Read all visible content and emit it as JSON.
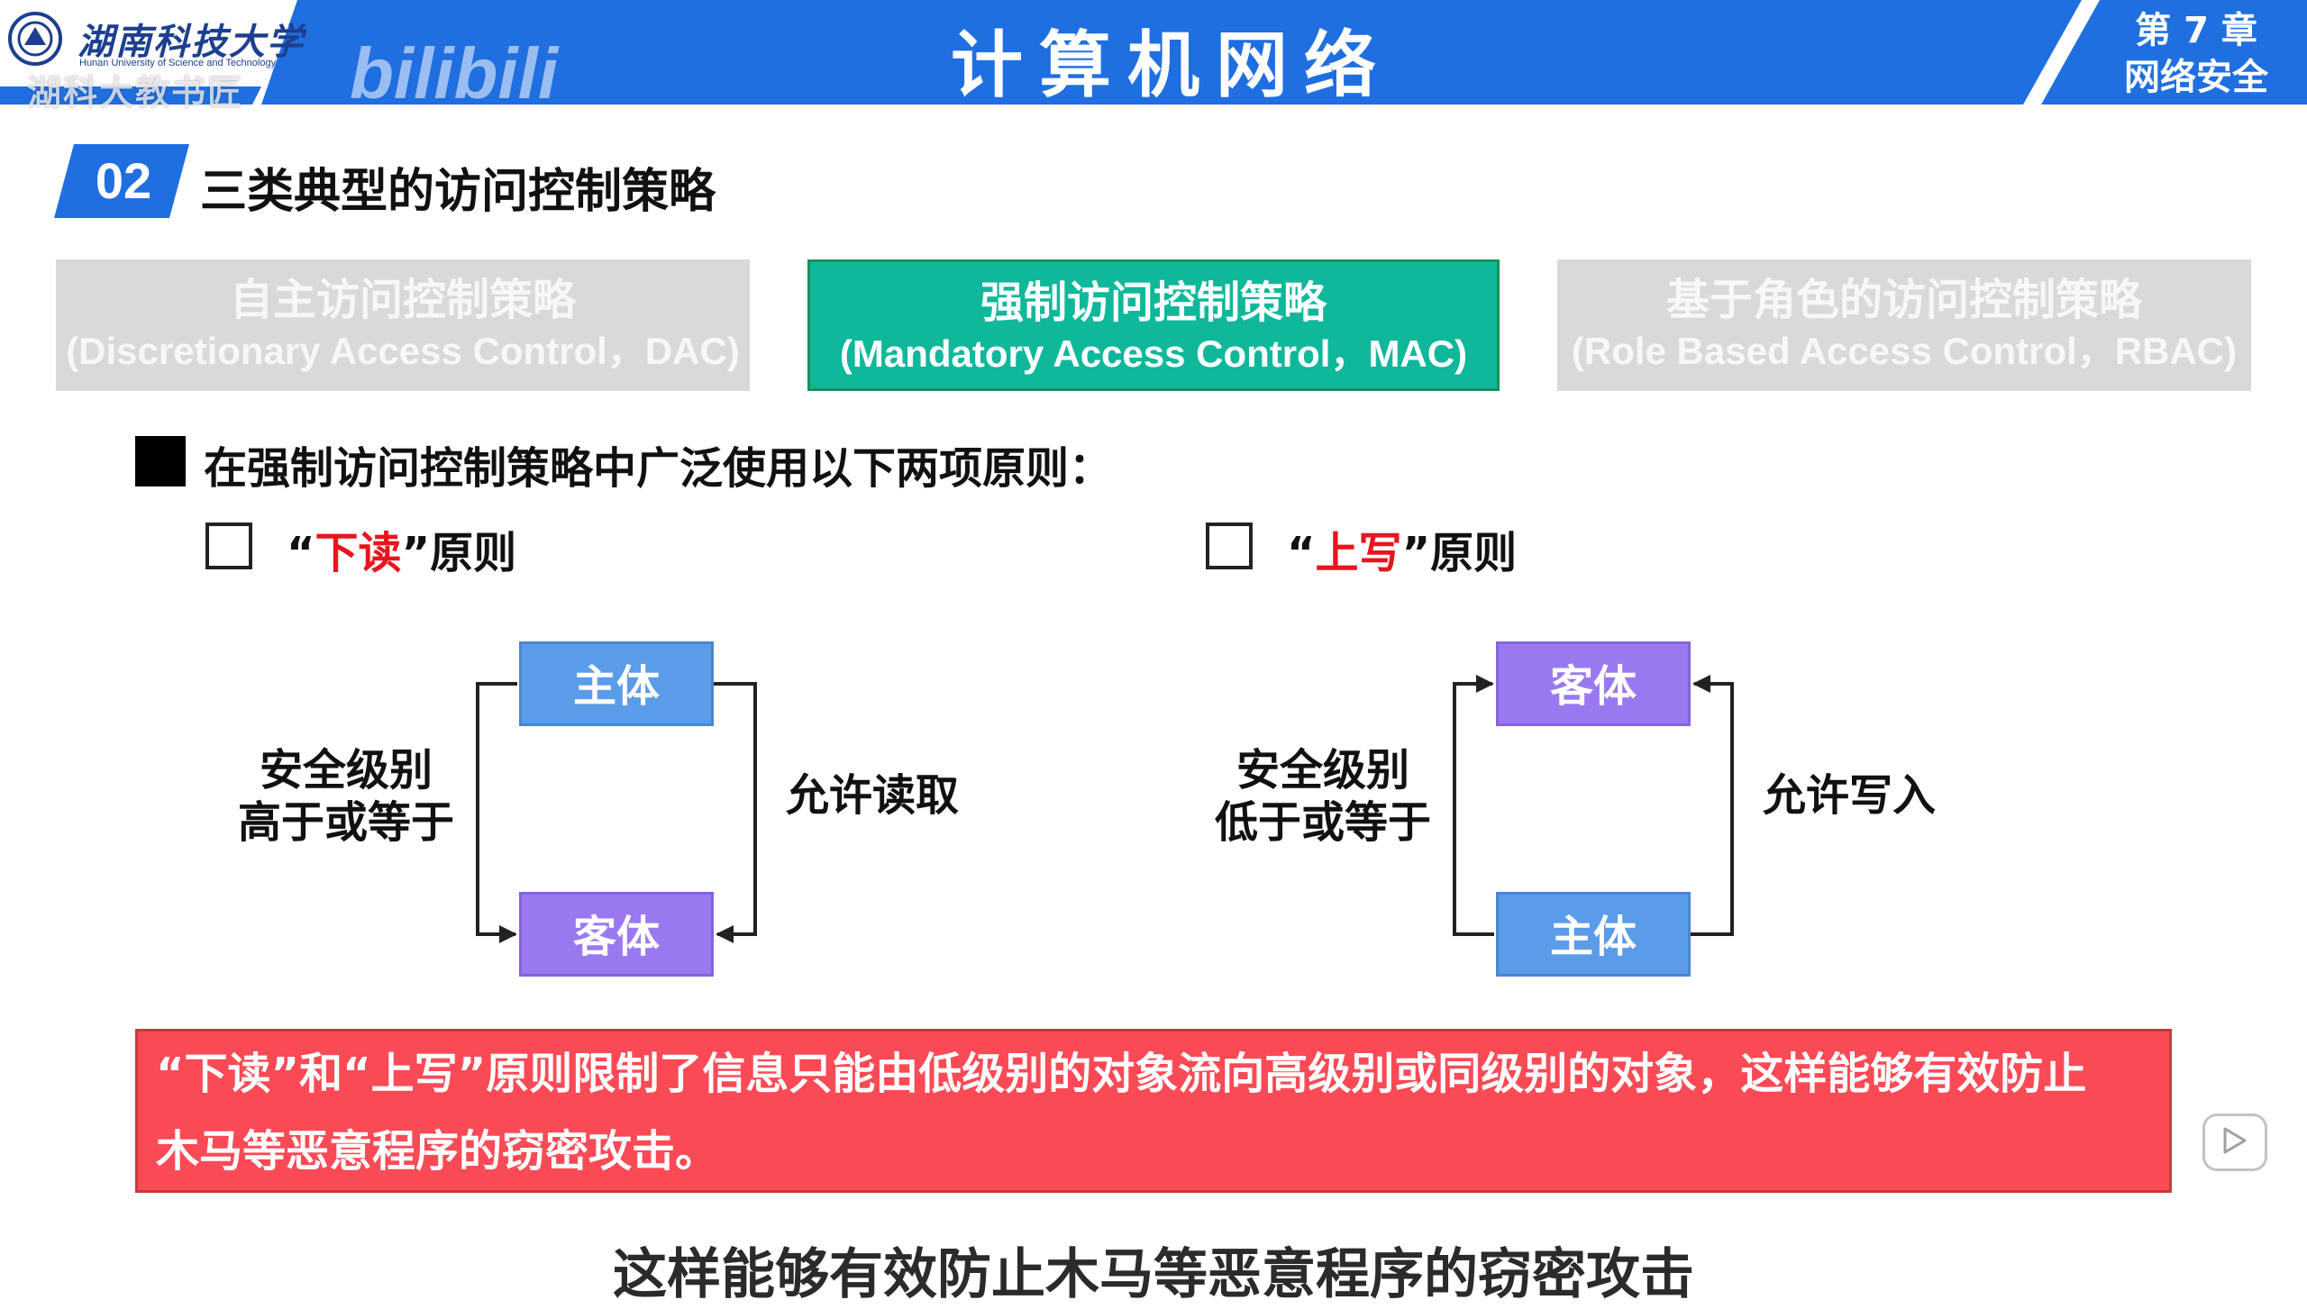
{
  "header": {
    "university_name": "湖南科技大学",
    "university_subtitle": "Hunan University of Science and Technology",
    "watermark_site": "湖科大教书匠",
    "watermark_brand": "bilibili",
    "course_title": "计算机网络",
    "chapter_line1": "第 7 章",
    "chapter_line2": "网络安全",
    "header_color": "#1f6fe0",
    "logo_color": "#1d3f8f"
  },
  "section": {
    "number": "02",
    "title": "三类典型的访问控制策略",
    "badge_color": "#1f6fe0"
  },
  "policies": [
    {
      "cn": "自主访问控制策略",
      "en": "(Discretionary Access Control，DAC)",
      "state": "inactive"
    },
    {
      "cn": "强制访问控制策略",
      "en": "(Mandatory Access Control，MAC)",
      "state": "active"
    },
    {
      "cn": "基于角色的访问控制策略",
      "en": "(Role Based Access Control，RBAC)",
      "state": "inactive"
    }
  ],
  "principles": {
    "intro": "在强制访问控制策略中广泛使用以下两项原则：",
    "left": {
      "open_quote": "“",
      "keyword": "下读",
      "close_quote": "”",
      "suffix": "原则"
    },
    "right": {
      "open_quote": "“",
      "keyword": "上写",
      "close_quote": "”",
      "suffix": "原则"
    },
    "keyword_color": "#e8151f"
  },
  "diagrams": {
    "read_down": {
      "top_node": "主体",
      "bottom_node": "客体",
      "left_label_line1": "安全级别",
      "left_label_line2": "高于或等于",
      "right_label": "允许读取"
    },
    "write_up": {
      "top_node": "客体",
      "bottom_node": "主体",
      "left_label_line1": "安全级别",
      "left_label_line2": "低于或等于",
      "right_label": "允许写入"
    },
    "subject_color": "#5b9ce8",
    "object_color": "#9a79f0"
  },
  "conclusion": {
    "line1": "“下读”和“上写”原则限制了信息只能由低级别的对象流向高级别或同级别的对象，这样能够有效防止",
    "line2": "木马等恶意程序的窃密攻击。",
    "color": "#fa4a56"
  },
  "subtitle": "这样能够有效防止木马等恶意程序的窃密攻击",
  "player": {
    "play_icon": "play-icon"
  }
}
